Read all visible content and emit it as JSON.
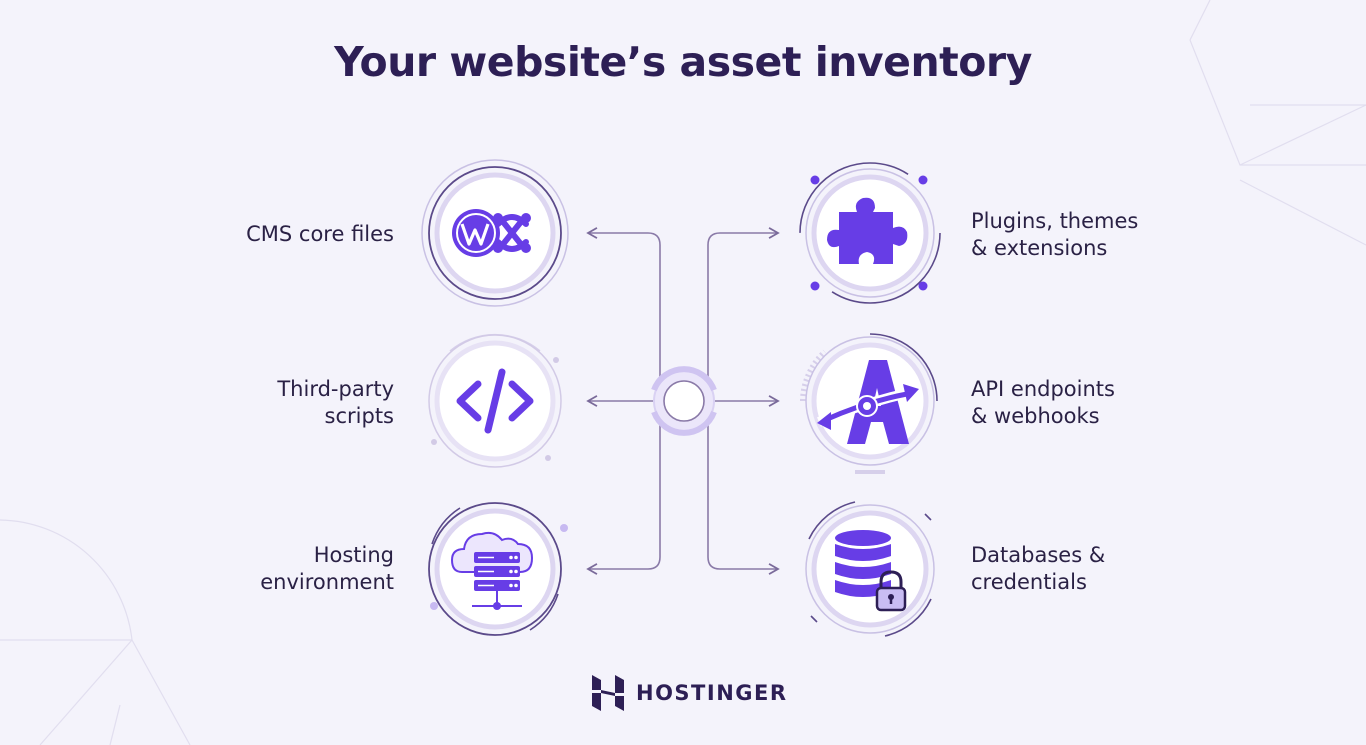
{
  "title": "Your website’s asset inventory",
  "colors": {
    "primary": "#673de6",
    "dark": "#2d1f55",
    "ring": "#5b4a8a",
    "background": "#f4f3fb",
    "line": "#7a6a9a"
  },
  "assets_left": [
    {
      "id": "cms",
      "lines": [
        "CMS core files"
      ],
      "icon": "cms-logos-icon"
    },
    {
      "id": "scripts",
      "lines": [
        "Third-party",
        "scripts"
      ],
      "icon": "code-brackets-icon"
    },
    {
      "id": "hosting",
      "lines": [
        "Hosting",
        "environment"
      ],
      "icon": "cloud-server-icon"
    }
  ],
  "assets_right": [
    {
      "id": "plugins",
      "lines": [
        "Plugins, themes",
        "& extensions"
      ],
      "icon": "puzzle-piece-icon"
    },
    {
      "id": "api",
      "lines": [
        "API endpoints",
        "& webhooks"
      ],
      "icon": "api-arrows-gear-icon"
    },
    {
      "id": "databases",
      "lines": [
        "Databases &",
        "credentials"
      ],
      "icon": "database-lock-icon"
    }
  ],
  "brand": {
    "name": "HOSTINGER",
    "logo": "hostinger-logo-icon"
  }
}
